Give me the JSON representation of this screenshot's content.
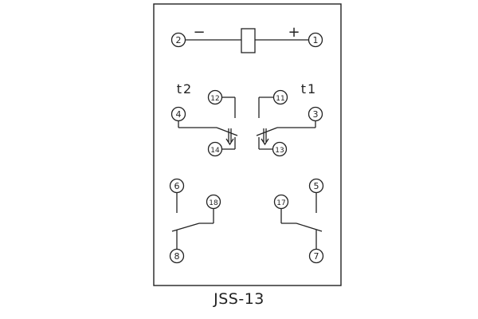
{
  "coil": {
    "minus_sign": "−",
    "plus_sign": "+"
  },
  "timers": {
    "t2": "t2",
    "t1": "t1"
  },
  "terminals": {
    "t1": "1",
    "t2": "2",
    "t3": "3",
    "t4": "4",
    "t5": "5",
    "t6": "6",
    "t7": "7",
    "t8": "8",
    "t11": "11",
    "t12": "12",
    "t13": "13",
    "t14": "14",
    "t17": "17",
    "t18": "18"
  },
  "caption": "JSS-13",
  "colors": {
    "line": "#222222",
    "background": "#ffffff"
  }
}
